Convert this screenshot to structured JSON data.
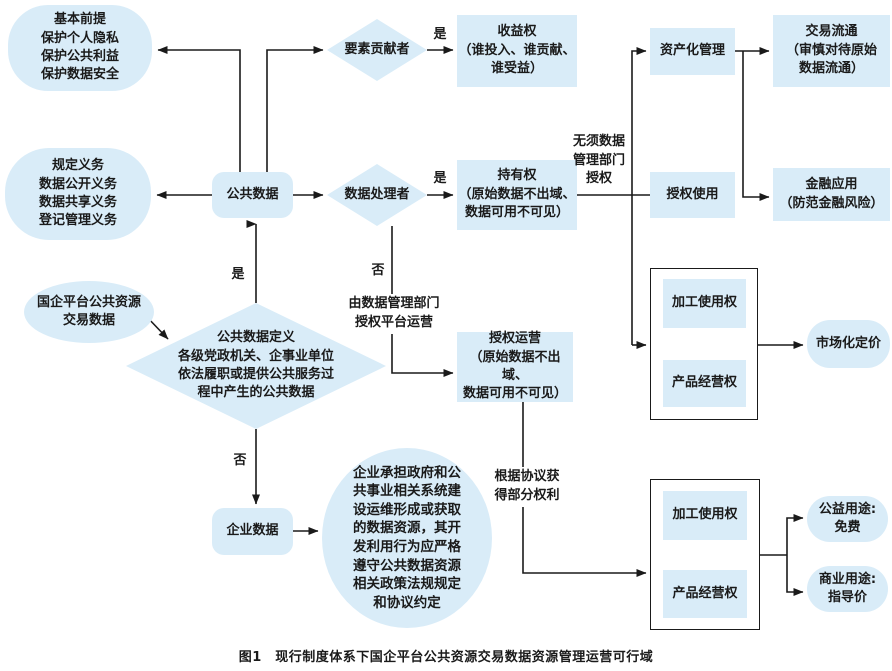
{
  "colors": {
    "node_fill": "#d9ecf8",
    "line": "#1a1a1a",
    "text": "#1a1a1a",
    "background": "#ffffff"
  },
  "caption": "图1　现行制度体系下国企平台公共资源交易数据资源管理运营可行域",
  "nodes": {
    "premise": "基本前提\n保护个人隐私\n保护公共利益\n保护数据安全",
    "obligations": "规定义务\n数据公开义务\n数据共享义务\n登记管理义务",
    "soe_platform_data": "国企平台公共资源\n交易数据",
    "public_data": "公共数据",
    "enterprise_data": "企业数据",
    "factor_contributor": "要素贡献者",
    "data_processor": "数据处理者",
    "public_data_definition": "公共数据定义\n各级党政机关、企事业单位\n依法履职或提供公共服务过\n程中产生的公共数据",
    "revenue_right": "收益权\n（谁投入、谁贡献、\n谁受益）",
    "holding_right": "持有权\n（原始数据不出域、\n数据可用不可见）",
    "authorized_operation": "授权运营\n（原始数据不出域、\n数据可用不可见）",
    "asset_management": "资产化管理",
    "authorized_use": "授权使用",
    "trade_circulation": "交易流通\n（审慎对待原始\n数据流通）",
    "financial_application": "金融应用\n（防范金融风险）",
    "processing_use_right_1": "加工使用权",
    "product_operation_right_1": "产品经营权",
    "processing_use_right_2": "加工使用权",
    "product_operation_right_2": "产品经营权",
    "market_pricing": "市场化定价",
    "public_use": "公益用途:\n免费",
    "commercial_use": "商业用途:\n指导价",
    "enterprise_data_desc": "企业承担政府和公\n共事业相关系统建\n设运维形成或获取\n的数据资源，其开\n发利用行为应严格\n遵守公共数据资源\n相关政策法规规定\n和协议约定"
  },
  "edge_labels": {
    "yes_factor": "是",
    "yes_processor": "是",
    "yes_definition": "是",
    "no_processor": "否",
    "no_definition": "否",
    "authorize_platform_operation": "由数据管理部门\n授权平台运营",
    "no_authorization_needed": "无须数据\n管理部门\n授权",
    "partial_rights_by_agreement": "根据协议获\n得部分权利"
  }
}
